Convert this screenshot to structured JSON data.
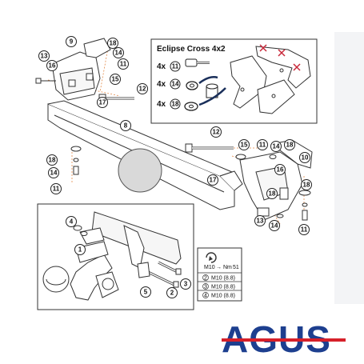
{
  "inset": {
    "title": "Eclipse Cross 4x2",
    "rows": [
      {
        "qty": "4x",
        "part": "11"
      },
      {
        "qty": "4x",
        "part": "14"
      },
      {
        "qty": "4x",
        "part": "18"
      }
    ]
  },
  "callouts": {
    "left": [
      "9",
      "18",
      "13",
      "16",
      "14",
      "11",
      "15",
      "17",
      "12"
    ],
    "center": [
      "8"
    ],
    "right": [
      "12",
      "15",
      "11",
      "14",
      "18",
      "10",
      "17",
      "16",
      "13",
      "18",
      "14",
      "11",
      "18"
    ],
    "left_lower": [
      "18",
      "14",
      "11"
    ],
    "detail": [
      "4",
      "1",
      "5",
      "2",
      "3"
    ]
  },
  "torque_table": {
    "header": "M10",
    "unit": "Nm",
    "value": "51",
    "rows": [
      {
        "num": "2",
        "spec": "M10 (8.8)"
      },
      {
        "num": "3",
        "spec": "M10 (8.8)"
      },
      {
        "num": "4",
        "spec": "M10 (8.8)"
      }
    ]
  },
  "logo": {
    "text": "AGUS",
    "color_blue": "#1d3f8f",
    "color_red": "#d6202a"
  }
}
